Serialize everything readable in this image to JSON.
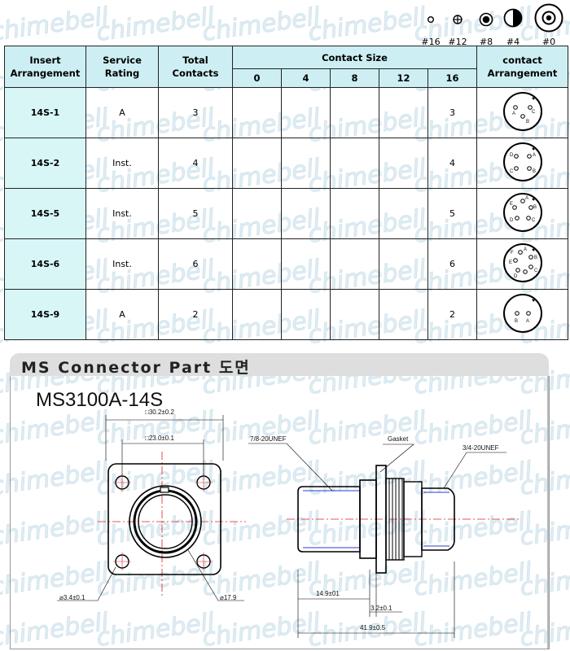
{
  "legend": [
    {
      "label": "#16",
      "icon": "contact-size-16-icon"
    },
    {
      "label": "#12",
      "icon": "contact-size-12-icon"
    },
    {
      "label": "#8",
      "icon": "contact-size-8-icon"
    },
    {
      "label": "#4",
      "icon": "contact-size-4-icon"
    },
    {
      "label": "#0",
      "icon": "contact-size-0-icon"
    }
  ],
  "table": {
    "headers": {
      "insert": "Insert Arrangement",
      "service": "Service Rating",
      "total": "Total Contacts",
      "size": "Contact Size",
      "contact": "contact Arrangement"
    },
    "sizes": [
      "0",
      "4",
      "8",
      "12",
      "16"
    ],
    "rows": [
      {
        "insert": "14S-1",
        "service": "A",
        "total": "3",
        "s16": "3",
        "pins": [
          "A",
          "C",
          "B"
        ]
      },
      {
        "insert": "14S-2",
        "service": "Inst.",
        "total": "4",
        "s16": "4",
        "pins": [
          "D",
          "A",
          "C",
          "B"
        ]
      },
      {
        "insert": "14S-5",
        "service": "Inst.",
        "total": "5",
        "s16": "5",
        "pins": [
          "E",
          "A",
          "B",
          "D",
          "C"
        ]
      },
      {
        "insert": "14S-6",
        "service": "Inst.",
        "total": "6",
        "s16": "6",
        "pins": [
          "F",
          "A",
          "B",
          "E",
          "D",
          "C"
        ]
      },
      {
        "insert": "14S-9",
        "service": "A",
        "total": "2",
        "s16": "2",
        "pins": [
          "B",
          "A"
        ]
      }
    ]
  },
  "section": {
    "title": "MS Connector Part 도면"
  },
  "drawing": {
    "part": "MS3100A-14S",
    "dims": {
      "flange": "□30.2±0.2",
      "holes_spacing": "□23.0±0.1",
      "hole_dia": "⌀3.4±0.1",
      "bore": "⌀17.9",
      "thread_left": "7/8-20UNEF",
      "gasket": "Gasket",
      "thread_right": "3/4-20UNEF",
      "len_a": "14.9±01",
      "len_b": "3.2±0.1",
      "len_total": "41.9±0.5"
    }
  },
  "watermark": "chimebell"
}
